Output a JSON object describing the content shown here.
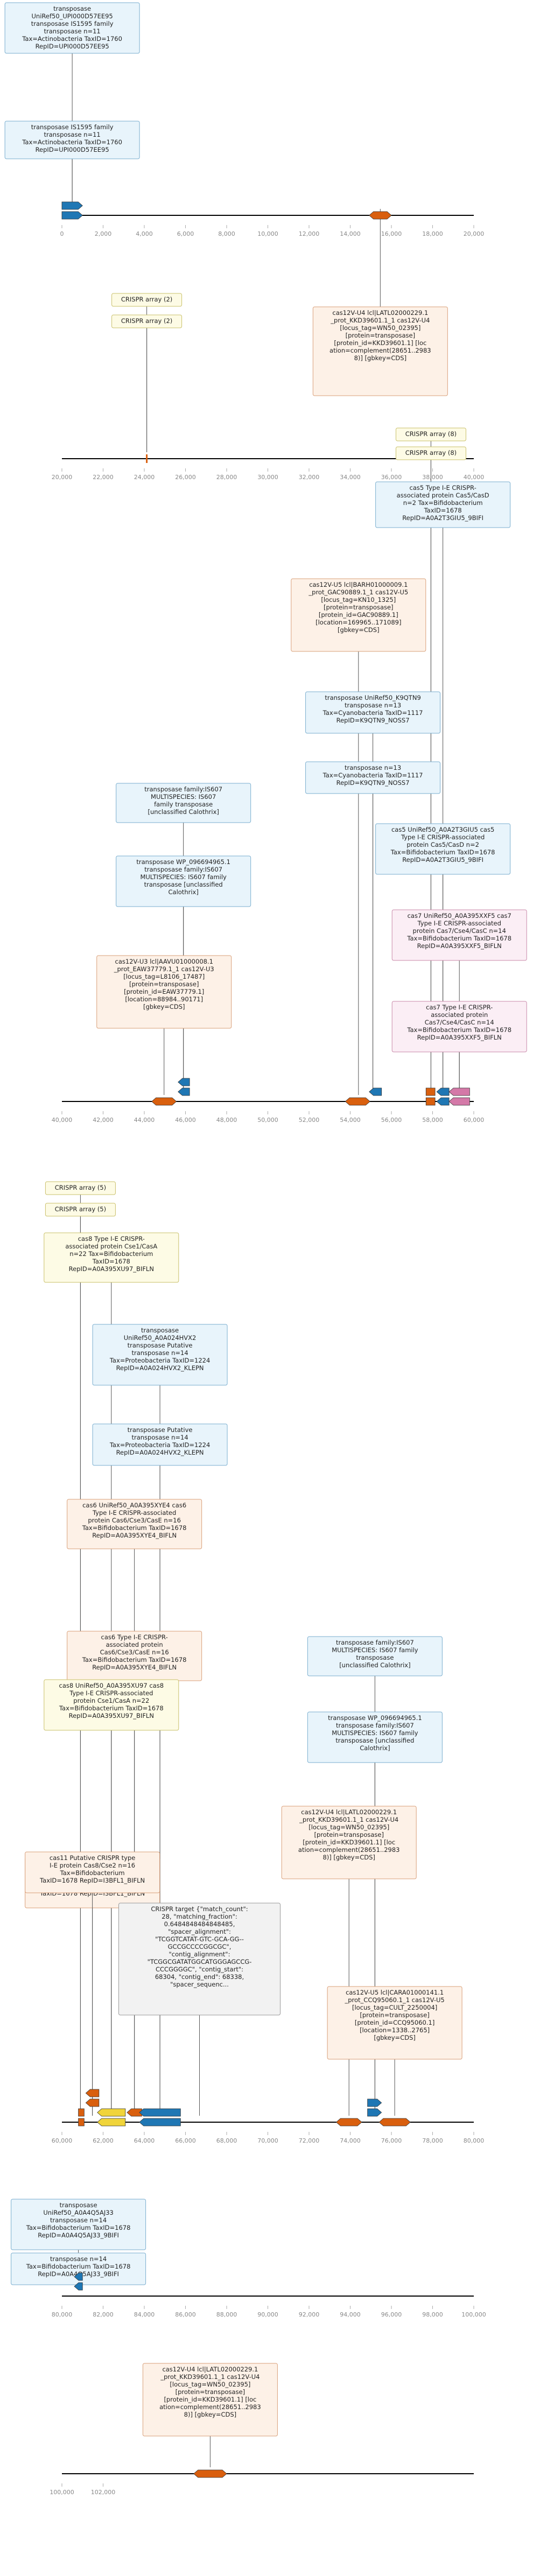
{
  "colors": {
    "blue": "#1f77b4",
    "orange": "#d95f0e",
    "yellow": "#f0d43a",
    "pink": "#d479a8",
    "box_blue_fill": "#e8f4fb",
    "box_blue_stroke": "#7aaecf",
    "box_orange_fill": "#fdf1e7",
    "box_orange_stroke": "#d9a07a",
    "box_pink_fill": "#fbeef5",
    "box_pink_stroke": "#c98aaa",
    "box_yellow_fill": "#fdfbe5",
    "box_yellow_stroke": "#c9c06a",
    "axis": "#000000",
    "tick_label": "#888888"
  },
  "panels": [
    {
      "id": "p1",
      "ticks": [
        "0",
        "2,000",
        "4,000",
        "6,000",
        "8,000",
        "10,000",
        "12,000",
        "14,000",
        "16,000",
        "18,000",
        "20,000"
      ],
      "features": [
        {
          "kind": "arrow",
          "dir": "r",
          "x1": 0.0,
          "x2": 0.05,
          "y": 0,
          "color": "blue"
        },
        {
          "kind": "arrow",
          "dir": "r",
          "x1": 0.0,
          "x2": 0.05,
          "y": 1,
          "color": "blue"
        },
        {
          "kind": "arrow",
          "dir": "both",
          "x1": 0.746,
          "x2": 0.8,
          "y": 0,
          "color": "orange"
        }
      ],
      "labels": [
        {
          "text": "transposase\nUniRef50_UPI000D57EE95\ntransposase IS1595 family\ntransposase n=11\nTax=Actinobacteria TaxID=1760\nRepID=UPI000D57EE95",
          "style": "blue",
          "anchor": 0.025
        },
        {
          "text": "transposase IS1595 family\ntransposase n=11\nTax=Actinobacteria TaxID=1760\nRepID=UPI000D57EE95",
          "style": "blue",
          "anchor": 0.025
        },
        {
          "text": "cas12V-U4 lcl|LATL02000229.1\n_prot_KKD39601.1_1 cas12V-U4\n[locus_tag=WN50_02395]\n[protein=transposase]\n[protein_id=KKD39601.1] [loc\nation=complement(28651..2983\n8)] [gbkey=CDS]",
          "style": "orange",
          "anchor": 0.773
        }
      ]
    },
    {
      "id": "p2",
      "ticks": [
        "20,000",
        "22,000",
        "24,000",
        "26,000",
        "28,000",
        "30,000",
        "32,000",
        "34,000",
        "36,000",
        "38,000",
        "40,000"
      ],
      "features": [
        {
          "kind": "crispr",
          "x": 0.206,
          "color": "orange"
        }
      ],
      "labels": [
        {
          "text": "CRISPR array (2)",
          "style": "yellow",
          "anchor": 0.206
        },
        {
          "text": "CRISPR array (2)",
          "style": "yellow",
          "anchor": 0.206
        }
      ]
    },
    {
      "id": "p3",
      "ticks": [
        "40,000",
        "42,000",
        "44,000",
        "46,000",
        "48,000",
        "50,000",
        "52,000",
        "54,000",
        "56,000",
        "58,000",
        "60,000"
      ],
      "features": [
        {
          "kind": "arrow",
          "dir": "l",
          "x1": 0.282,
          "x2": 0.31,
          "y": 1,
          "color": "blue"
        },
        {
          "kind": "arrow",
          "dir": "l",
          "x1": 0.282,
          "x2": 0.31,
          "y": 2,
          "color": "blue"
        },
        {
          "kind": "arrow",
          "dir": "both",
          "x1": 0.218,
          "x2": 0.278,
          "y": 0,
          "color": "orange"
        },
        {
          "kind": "arrow",
          "dir": "both",
          "x1": 0.688,
          "x2": 0.748,
          "y": 0,
          "color": "orange"
        },
        {
          "kind": "arrow",
          "dir": "l",
          "x1": 0.746,
          "x2": 0.776,
          "y": 1,
          "color": "blue"
        },
        {
          "kind": "rect",
          "x1": 0.884,
          "x2": 0.906,
          "y": 0,
          "color": "orange"
        },
        {
          "kind": "rect",
          "x1": 0.884,
          "x2": 0.906,
          "y": 1,
          "color": "orange"
        },
        {
          "kind": "arrow",
          "dir": "l",
          "x1": 0.91,
          "x2": 0.94,
          "y": 0,
          "color": "blue"
        },
        {
          "kind": "arrow",
          "dir": "l",
          "x1": 0.91,
          "x2": 0.94,
          "y": 1,
          "color": "blue"
        },
        {
          "kind": "arrow",
          "dir": "l",
          "x1": 0.94,
          "x2": 0.99,
          "y": 0,
          "color": "pink"
        },
        {
          "kind": "arrow",
          "dir": "l",
          "x1": 0.94,
          "x2": 0.99,
          "y": 1,
          "color": "pink"
        }
      ],
      "labels": [
        {
          "text": "CRISPR array (8)",
          "style": "yellow",
          "anchor": 0.896
        },
        {
          "text": "CRISPR array (8)",
          "style": "yellow",
          "anchor": 0.896
        },
        {
          "text": "cas5 Type I-E CRISPR-\nassociated protein Cas5/CasD\nn=2 Tax=Bifidobacterium\nTaxID=1678\nRepID=A0A2T3GIU5_9BIFI",
          "style": "blue",
          "anchor": 0.925
        },
        {
          "text": "cas12V-U5 lcl|BARH01000009.1\n_prot_GAC90889.1_1 cas12V-U5\n[locus_tag=KN10_1325]\n[protein=transposase]\n[protein_id=GAC90889.1]\n[location=169965..171089]\n[gbkey=CDS]",
          "style": "orange",
          "anchor": 0.72
        },
        {
          "text": "transposase UniRef50_K9QTN9\ntransposase n=13\nTax=Cyanobacteria TaxID=1117\nRepID=K9QTN9_NOSS7",
          "style": "blue",
          "anchor": 0.755
        },
        {
          "text": "transposase n=13\nTax=Cyanobacteria TaxID=1117\nRepID=K9QTN9_NOSS7",
          "style": "blue",
          "anchor": 0.755
        },
        {
          "text": "transposase family:IS607\nMULTISPECIES: IS607\nfamily transposase\n[unclassified Calothrix]",
          "style": "blue",
          "anchor": 0.295
        },
        {
          "text": "cas5 UniRef50_A0A2T3GIU5 cas5\nType I-E CRISPR-associated\nprotein Cas5/CasD n=2\nTax=Bifidobacterium TaxID=1678\nRepID=A0A2T3GIU5_9BIFI",
          "style": "blue",
          "anchor": 0.925
        },
        {
          "text": "transposase WP_096694965.1\ntransposase family:IS607\nMULTISPECIES: IS607 family\ntransposase [unclassified\nCalothrix]",
          "style": "blue",
          "anchor": 0.295
        },
        {
          "text": "cas7 UniRef50_A0A395XXF5 cas7\nType I-E CRISPR-associated\nprotein Cas7/Cse4/CasC n=14\nTax=Bifidobacterium TaxID=1678\nRepID=A0A395XXF5_BIFLN",
          "style": "pink",
          "anchor": 0.965
        },
        {
          "text": "cas12V-U3 lcl|AAVU01000008.1\n_prot_EAW37779.1_1 cas12V-U3\n[locus_tag=L8106_17487]\n[protein=transposase]\n[protein_id=EAW37779.1]\n[location=88984..90171]\n[gbkey=CDS]",
          "style": "orange",
          "anchor": 0.248
        },
        {
          "text": "cas7 Type I-E CRISPR-\nassociated protein\nCas7/Cse4/CasC n=14\nTax=Bifidobacterium TaxID=1678\nRepID=A0A395XXF5_BIFLN",
          "style": "pink",
          "anchor": 0.965
        }
      ]
    },
    {
      "id": "p4",
      "ticks": [
        "60,000",
        "62,000",
        "64,000",
        "66,000",
        "68,000",
        "70,000",
        "72,000",
        "74,000",
        "76,000",
        "78,000",
        "80,000"
      ],
      "features": [
        {
          "kind": "rect",
          "x1": 0.04,
          "x2": 0.054,
          "y": 0,
          "color": "orange"
        },
        {
          "kind": "rect",
          "x1": 0.04,
          "x2": 0.054,
          "y": 1,
          "color": "orange"
        },
        {
          "kind": "arrow",
          "dir": "l",
          "x1": 0.058,
          "x2": 0.09,
          "y": 2,
          "color": "orange"
        },
        {
          "kind": "arrow",
          "dir": "l",
          "x1": 0.058,
          "x2": 0.09,
          "y": 3,
          "color": "orange"
        },
        {
          "kind": "arrow",
          "dir": "l",
          "x1": 0.086,
          "x2": 0.154,
          "y": 0,
          "color": "yellow"
        },
        {
          "kind": "arrow",
          "dir": "l",
          "x1": 0.086,
          "x2": 0.154,
          "y": 1,
          "color": "yellow"
        },
        {
          "kind": "arrow",
          "dir": "l",
          "x1": 0.158,
          "x2": 0.194,
          "y": 1,
          "color": "orange"
        },
        {
          "kind": "arrow",
          "dir": "l",
          "x1": 0.188,
          "x2": 0.288,
          "y": 0,
          "color": "blue"
        },
        {
          "kind": "arrow",
          "dir": "l",
          "x1": 0.188,
          "x2": 0.288,
          "y": 1,
          "color": "blue"
        },
        {
          "kind": "arrow",
          "dir": "both",
          "x1": 0.666,
          "x2": 0.728,
          "y": 0,
          "color": "orange"
        },
        {
          "kind": "arrow",
          "dir": "r",
          "x1": 0.742,
          "x2": 0.776,
          "y": 1,
          "color": "blue"
        },
        {
          "kind": "arrow",
          "dir": "r",
          "x1": 0.742,
          "x2": 0.776,
          "y": 2,
          "color": "blue"
        },
        {
          "kind": "arrow",
          "dir": "both",
          "x1": 0.77,
          "x2": 0.846,
          "y": 0,
          "color": "orange"
        }
      ],
      "labels": [
        {
          "text": "CRISPR array (5)",
          "style": "yellow",
          "anchor": 0.045
        },
        {
          "text": "CRISPR array (5)",
          "style": "yellow",
          "anchor": 0.045
        },
        {
          "text": "cas8 Type I-E CRISPR-\nassociated protein Cse1/CasA\nn=22 Tax=Bifidobacterium\nTaxID=1678\nRepID=A0A395XU97_BIFLN",
          "style": "yellow",
          "anchor": 0.12
        },
        {
          "text": "transposase\nUniRef50_A0A024HVX2\ntransposase Putative\ntransposase n=14\nTax=Proteobacteria TaxID=1224\nRepID=A0A024HVX2_KLEPN",
          "style": "blue",
          "anchor": 0.238
        },
        {
          "text": "transposase Putative\ntransposase n=14\nTax=Proteobacteria TaxID=1224\nRepID=A0A024HVX2_KLEPN",
          "style": "blue",
          "anchor": 0.238
        },
        {
          "text": "cas6 UniRef50_A0A395XYE4 cas6\nType I-E CRISPR-associated\nprotein Cas6/Cse3/CasE n=16\nTax=Bifidobacterium TaxID=1678\nRepID=A0A395XYE4_BIFLN",
          "style": "orange",
          "anchor": 0.176
        },
        {
          "text": "transposase family:IS607\nMULTISPECIES: IS607 family\ntransposase\n[unclassified Calothrix]",
          "style": "blue",
          "anchor": 0.76
        },
        {
          "text": "cas6 Type I-E CRISPR-\nassociated protein\nCas6/Cse3/CasE n=16\nTax=Bifidobacterium TaxID=1678\nRepID=A0A395XYE4_BIFLN",
          "style": "orange",
          "anchor": 0.176
        },
        {
          "text": "cas8 UniRef50_A0A395XU97 cas8\nType I-E CRISPR-associated\nprotein Cse1/CasA n=22\nTax=Bifidobacterium TaxID=1678\nRepID=A0A395XU97_BIFLN",
          "style": "yellow",
          "anchor": 0.12
        },
        {
          "text": "transposase WP_096694965.1\ntransposase family:IS607\nMULTISPECIES: IS607 family\ntransposase [unclassified\nCalothrix]",
          "style": "blue",
          "anchor": 0.76
        },
        {
          "text": "cas11 UniRef50_I3BFL1 cas11\nPutative CRISPR type I-E\nprotein Cas8/Cse2 n=16\nTax=Bifidobacterium\nTaxID=1678 RepID=I3BFL1_BIFLN",
          "style": "orange",
          "anchor": 0.074
        },
        {
          "text": "cas12V-U4 lcl|LATL02000229.1\n_prot_KKD39601.1_1 cas12V-U4\n[locus_tag=WN50_02395]\n[protein=transposase]\n[protein_id=KKD39601.1] [loc\nation=complement(28651..2983\n8)] [gbkey=CDS]",
          "style": "orange",
          "anchor": 0.697
        },
        {
          "text": "cas11 Putative CRISPR type\nI-E protein Cas8/Cse2 n=16\nTax=Bifidobacterium\nTaxID=1678 RepID=I3BFL1_BIFLN",
          "style": "orange",
          "anchor": 0.074
        },
        {
          "text": "CRISPR target {\"match_count\":\n28, \"matching_fraction\":\n0.6484848484848485,\n\"spacer_alignment\":\n\"TCGGTCATAT-GTC-GCA-GG--\nGCCGCCCCGGCGC\",\n\"contig_alignment\":\n\"TCGGCGATATGGCATGGGAGCCG-\nCCCGGGGC\", \"contig_start\":\n68304, \"contig_end\": 68338,\n\"spacer_sequenc...",
          "style": "gray",
          "anchor": 0.334
        },
        {
          "text": "cas12V-U5 lcl|CARA01000141.1\n_prot_CCQ95060.1_1 cas12V-U5\n[locus_tag=CULT_2250004]\n[protein=transposase]\n[protein_id=CCQ95060.1]\n[location=1338..2765]\n[gbkey=CDS]",
          "style": "orange",
          "anchor": 0.808
        }
      ]
    },
    {
      "id": "p5",
      "ticks": [
        "80,000",
        "82,000",
        "84,000",
        "86,000",
        "88,000",
        "90,000",
        "92,000",
        "94,000",
        "96,000",
        "98,000",
        "100,000"
      ],
      "features": [
        {
          "kind": "arrow",
          "dir": "l",
          "x1": 0.03,
          "x2": 0.05,
          "y": 1,
          "color": "blue"
        },
        {
          "kind": "arrow",
          "dir": "l",
          "x1": 0.03,
          "x2": 0.05,
          "y": 2,
          "color": "blue"
        }
      ],
      "labels": [
        {
          "text": "transposase\nUniRef50_A0A4Q5AJ33\ntransposase n=14\nTax=Bifidobacterium TaxID=1678\nRepID=A0A4Q5AJ33_9BIFI",
          "style": "blue",
          "anchor": 0.04
        },
        {
          "text": "transposase n=14\nTax=Bifidobacterium TaxID=1678\nRepID=A0A4Q5AJ33_9BIFI",
          "style": "blue",
          "anchor": 0.04
        }
      ]
    },
    {
      "id": "p6",
      "ticks": [
        "100,000",
        "102,000"
      ],
      "features": [
        {
          "kind": "arrow",
          "dir": "both",
          "x1": 0.32,
          "x2": 0.4,
          "y": 0,
          "color": "orange"
        }
      ],
      "labels": [
        {
          "text": "cas12V-U4 lcl|LATL02000229.1\n_prot_KKD39601.1_1 cas12V-U4\n[locus_tag=WN50_02395]\n[protein=transposase]\n[protein_id=KKD39601.1] [loc\nation=complement(28651..2983\n8)] [gbkey=CDS]",
          "style": "orange",
          "anchor": 0.36
        }
      ]
    }
  ]
}
